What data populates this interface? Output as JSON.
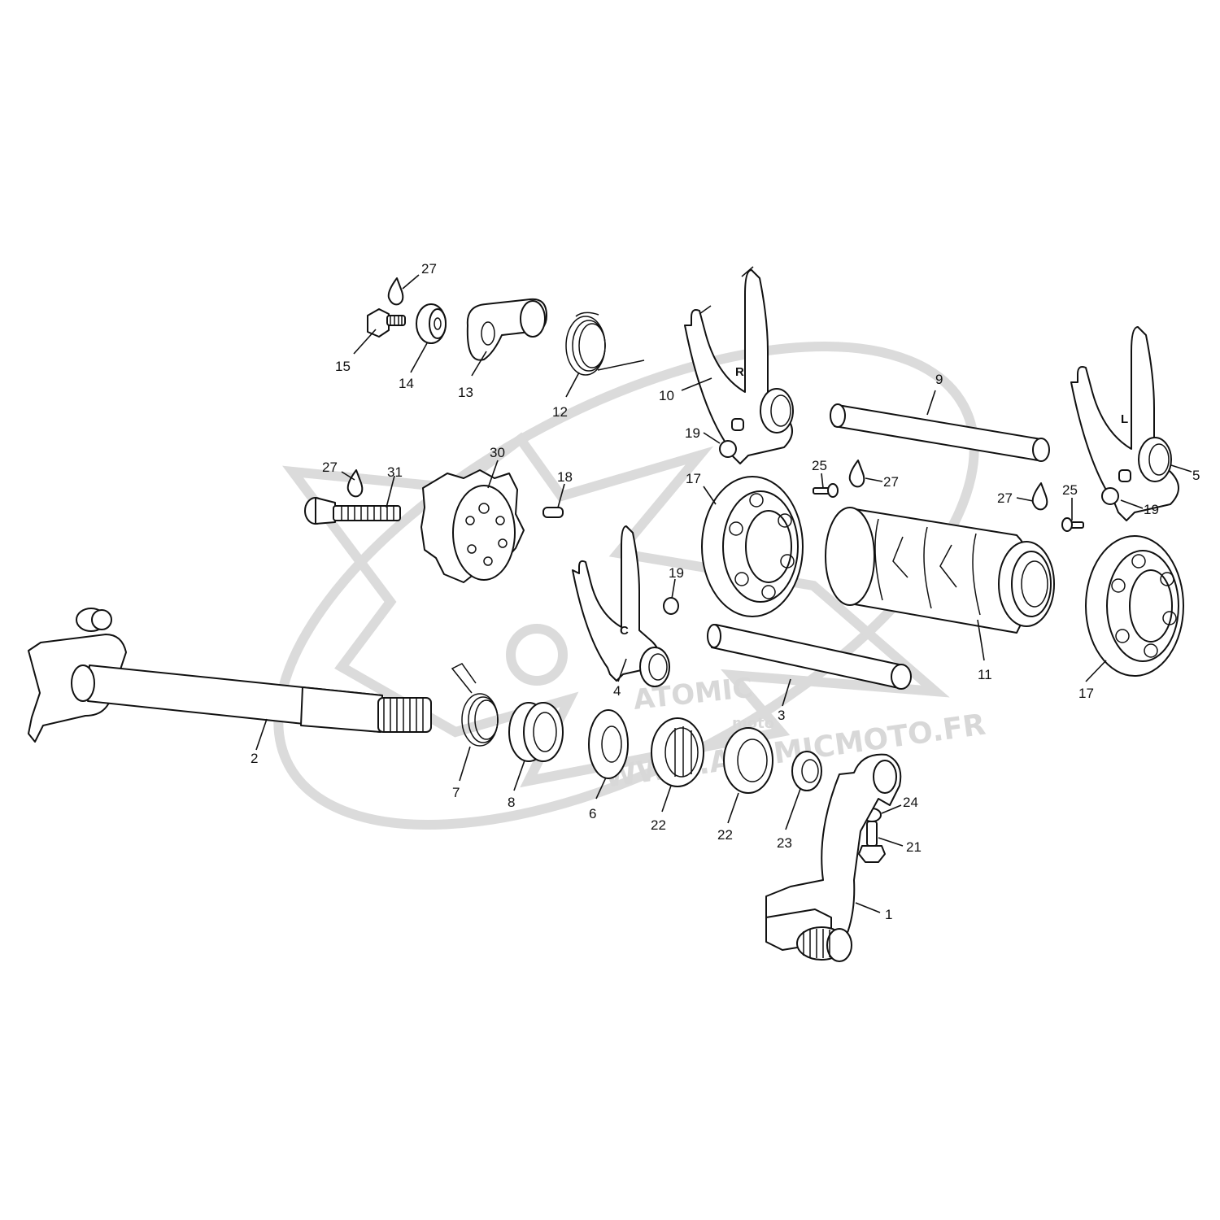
{
  "watermark": {
    "logo_text": "ATOMIC",
    "logo_sub": "moto",
    "url_text": "WWW.ATOMICMOTO.FR",
    "color": "#d6d6d6"
  },
  "part_etchings": {
    "fork_r": "R",
    "fork_l": "L",
    "fork_c": "C"
  },
  "lubricant_icon": "oil-drop-icon",
  "callouts": [
    {
      "id": "c27a",
      "label": "27"
    },
    {
      "id": "c15",
      "label": "15"
    },
    {
      "id": "c14",
      "label": "14"
    },
    {
      "id": "c13",
      "label": "13"
    },
    {
      "id": "c12",
      "label": "12"
    },
    {
      "id": "c10",
      "label": "10"
    },
    {
      "id": "c9",
      "label": "9"
    },
    {
      "id": "c19a",
      "label": "19"
    },
    {
      "id": "c5",
      "label": "5"
    },
    {
      "id": "c19c",
      "label": "19"
    },
    {
      "id": "c25a",
      "label": "25"
    },
    {
      "id": "c27b",
      "label": "27"
    },
    {
      "id": "c27c",
      "label": "27"
    },
    {
      "id": "c25b",
      "label": "25"
    },
    {
      "id": "c27d",
      "label": "27"
    },
    {
      "id": "c31",
      "label": "31"
    },
    {
      "id": "c30",
      "label": "30"
    },
    {
      "id": "c18",
      "label": "18"
    },
    {
      "id": "c17a",
      "label": "17"
    },
    {
      "id": "c19b",
      "label": "19"
    },
    {
      "id": "c17b",
      "label": "17"
    },
    {
      "id": "c11",
      "label": "11"
    },
    {
      "id": "c4",
      "label": "4"
    },
    {
      "id": "c3",
      "label": "3"
    },
    {
      "id": "c2",
      "label": "2"
    },
    {
      "id": "c7",
      "label": "7"
    },
    {
      "id": "c8",
      "label": "8"
    },
    {
      "id": "c6",
      "label": "6"
    },
    {
      "id": "c22a",
      "label": "22"
    },
    {
      "id": "c22b",
      "label": "22"
    },
    {
      "id": "c23",
      "label": "23"
    },
    {
      "id": "c24",
      "label": "24"
    },
    {
      "id": "c21",
      "label": "21"
    },
    {
      "id": "c1",
      "label": "1"
    }
  ]
}
